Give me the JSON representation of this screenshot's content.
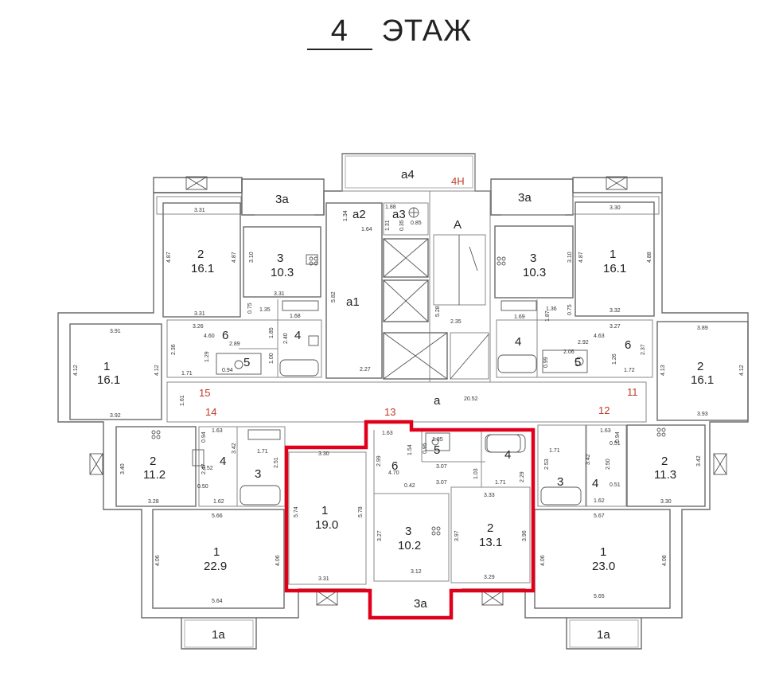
{
  "title": {
    "floor_number": "4",
    "floor_word": "ЭТАЖ"
  },
  "colors": {
    "highlight": "#e0001a",
    "section_numbers": "#c03a24",
    "walls": "#6a6a6a"
  },
  "section_numbers": [
    "4Н",
    "15",
    "14",
    "13",
    "12",
    "11"
  ],
  "core_labels": {
    "a4": "а4",
    "a2": "а2",
    "a3": "а3",
    "a1": "а1",
    "a": "а",
    "A": "А"
  },
  "rooms": {
    "tl_r2": {
      "num": "2",
      "area": "16.1"
    },
    "tl_r3": {
      "num": "3",
      "area": "10.3"
    },
    "tl_balc": "3а",
    "tl_r4": "4",
    "tl_r5": "5",
    "tl_r6": "6",
    "l_r1": {
      "num": "1",
      "area": "16.1"
    },
    "bl_r2": {
      "num": "2",
      "area": "11.2"
    },
    "bl_r3": "3",
    "bl_r4": "4",
    "bl_r1": {
      "num": "1",
      "area": "22.9"
    },
    "bl_balc": "1а",
    "sel_r1": {
      "num": "1",
      "area": "19.0"
    },
    "sel_r3": {
      "num": "3",
      "area": "10.2"
    },
    "sel_r2": {
      "num": "2",
      "area": "13.1"
    },
    "sel_r4": "4",
    "sel_r5": "5",
    "sel_r6": "6",
    "sel_balc": "3а",
    "tr_r3": {
      "num": "3",
      "area": "10.3"
    },
    "tr_r1": {
      "num": "1",
      "area": "16.1"
    },
    "tr_balc": "3а",
    "tr_r4": "4",
    "tr_r5": "5",
    "tr_r6": "6",
    "r_r2": {
      "num": "2",
      "area": "16.1"
    },
    "br_r2": {
      "num": "2",
      "area": "11.3"
    },
    "br_r3": "3",
    "br_r4": "4",
    "br_r1": {
      "num": "1",
      "area": "23.0"
    },
    "br_balc": "1а"
  },
  "dimensions": {
    "d_331a": "3.31",
    "d_487a": "4.87",
    "d_487b": "4.87",
    "d_331b": "3.31",
    "d_310a": "3.10",
    "d_331c": "3.31",
    "d_075a": "0.75",
    "d_135": "1.35",
    "d_326": "3.26",
    "d_460": "4.60",
    "d_168": "1.68",
    "d_289": "2.89",
    "d_185a": "1.85",
    "d_240a": "2.40",
    "d_100": "1.00",
    "d_129": "1.29",
    "d_094a": "0.94",
    "d_171a": "1.71",
    "d_236": "2.36",
    "d_391": "3.91",
    "d_412a": "4.12",
    "d_412b": "4.12",
    "d_392": "3.92",
    "d_161": "1.61",
    "d_163a": "1.63",
    "d_094b": "0.94",
    "d_342a": "3.42",
    "d_247": "2.47",
    "d_052": "0.52",
    "d_050": "0.50",
    "d_171b": "1.71",
    "d_251": "2.51",
    "d_162a": "1.62",
    "d_340": "3.40",
    "d_328": "3.28",
    "d_566": "5.66",
    "d_406a": "4.06",
    "d_406b": "4.06",
    "d_564": "5.64",
    "d_134": "1.34",
    "d_164": "1.64",
    "d_188": "1.88",
    "d_131": "1.31",
    "d_035": "0.35",
    "d_085": "0.85",
    "d_582": "5.82",
    "d_227": "2.27",
    "d_528": "5.28",
    "d_235": "2.35",
    "d_2052": "20.52",
    "d_163b": "1.63",
    "d_154": "1.54",
    "d_185b": "1.85",
    "d_095": "0.95",
    "d_307a": "3.07",
    "d_299": "2.99",
    "d_470": "4.70",
    "d_042": "0.42",
    "d_307b": "3.07",
    "d_103": "1.03",
    "d_171c": "1.71",
    "d_229": "2.29",
    "d_333": "3.33",
    "d_330a": "3.30",
    "d_574": "5.74",
    "d_578": "5.78",
    "d_331d": "3.31",
    "d_327": "3.27",
    "d_312": "3.12",
    "d_397": "3.97",
    "d_396": "3.96",
    "d_329": "3.29",
    "d_310b": "3.10",
    "d_487c": "4.87",
    "d_488": "4.88",
    "d_330b": "3.30",
    "d_332": "3.32",
    "d_169": "1.69",
    "d_136": "1.36",
    "d_075b": "0.75",
    "d_187": "1.87",
    "d_327b": "3.27",
    "d_463": "4.63",
    "d_292": "2.92",
    "d_206": "2.06",
    "d_099": "0.99",
    "d_126": "1.26",
    "d_237": "2.37",
    "d_172": "1.72",
    "d_389": "3.89",
    "d_413": "4.13",
    "d_412c": "4.12",
    "d_393": "3.93",
    "d_163c": "1.63",
    "d_094c": "0.94",
    "d_051a": "0.51",
    "d_171d": "1.71",
    "d_253": "2.53",
    "d_342b": "3.42",
    "d_250": "2.50",
    "d_051b": "0.51",
    "d_162b": "1.62",
    "d_342c": "3.42",
    "d_330c": "3.30",
    "d_567": "5.67",
    "d_406c": "4.06",
    "d_408": "4.08",
    "d_565": "5.65"
  }
}
